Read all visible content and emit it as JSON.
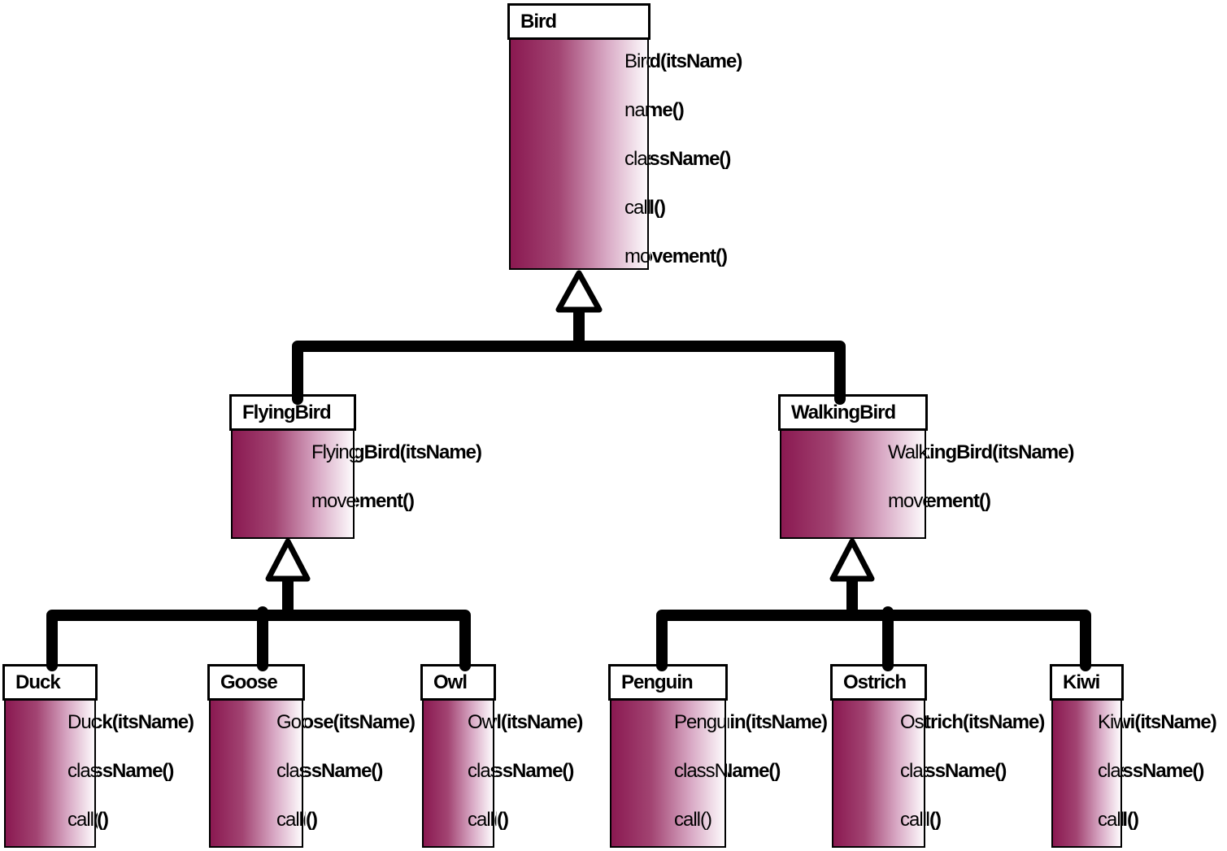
{
  "diagram": {
    "type": "uml-class-inheritance",
    "classes": [
      {
        "title": "Bird",
        "methods": [
          "Bird(itsName)",
          "name()",
          "className()",
          "call()",
          "movement()"
        ]
      },
      {
        "title": "FlyingBird",
        "methods": [
          "FlyingBird(itsName)",
          "movement()"
        ]
      },
      {
        "title": "WalkingBird",
        "methods": [
          "WalkingBird(itsName)",
          "movement()"
        ]
      },
      {
        "title": "Duck",
        "methods": [
          "Duck(itsName)",
          "className()",
          "call()"
        ]
      },
      {
        "title": "Goose",
        "methods": [
          "Goose(itsName)",
          "className()",
          "call()"
        ]
      },
      {
        "title": "Owl",
        "methods": [
          "Owl(itsName)",
          "className()",
          "call()"
        ]
      },
      {
        "title": "Penguin",
        "methods": [
          "Penguin(itsName)",
          "className()",
          "call()"
        ]
      },
      {
        "title": "Ostrich",
        "methods": [
          "Ostrich(itsName)",
          "className()",
          "call()"
        ]
      },
      {
        "title": "Kiwi",
        "methods": [
          "Kiwi(itsName)",
          "className()",
          "call()"
        ]
      }
    ],
    "relationships": [
      {
        "child": "FlyingBird",
        "parent": "Bird",
        "type": "generalization"
      },
      {
        "child": "WalkingBird",
        "parent": "Bird",
        "type": "generalization"
      },
      {
        "child": "Duck",
        "parent": "FlyingBird",
        "type": "generalization"
      },
      {
        "child": "Goose",
        "parent": "FlyingBird",
        "type": "generalization"
      },
      {
        "child": "Owl",
        "parent": "FlyingBird",
        "type": "generalization"
      },
      {
        "child": "Penguin",
        "parent": "WalkingBird",
        "type": "generalization"
      },
      {
        "child": "Ostrich",
        "parent": "WalkingBird",
        "type": "generalization"
      },
      {
        "child": "Kiwi",
        "parent": "WalkingBird",
        "type": "generalization"
      }
    ],
    "colors": {
      "gradient_start": "#8a1951",
      "gradient_end": "#fdfafc",
      "box_border": "#000000",
      "title_background": "#ffffff",
      "connector": "#000000",
      "canvas_background": "#ffffff"
    }
  }
}
